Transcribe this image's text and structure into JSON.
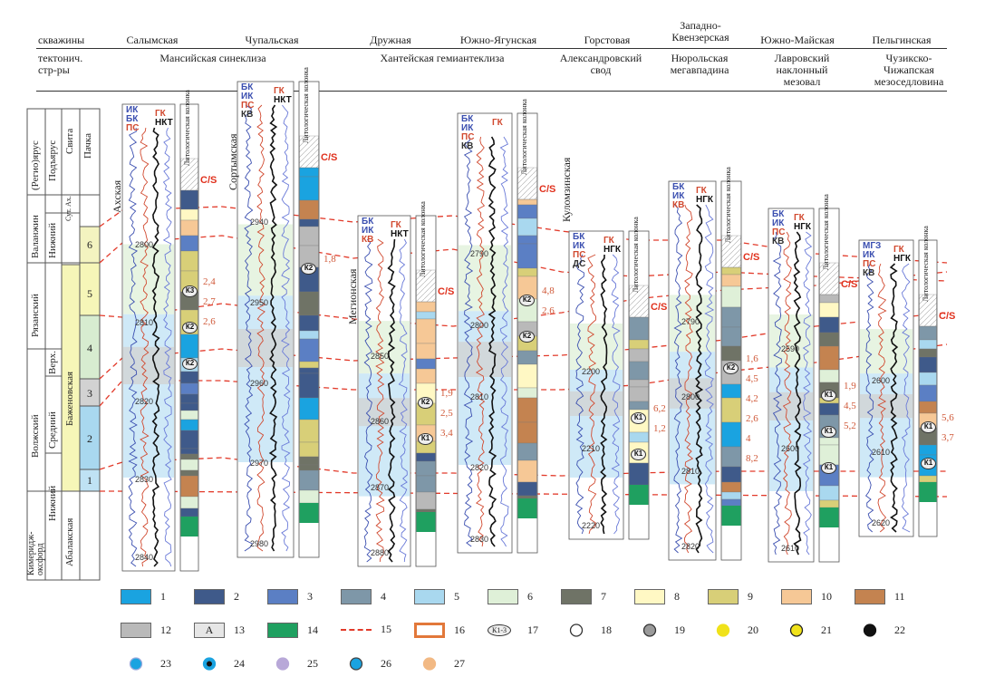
{
  "header": {
    "row1_label": "скважины",
    "row2_label": "тектонич.\nстр-ры",
    "wells": [
      "Салымская",
      "Чупальская",
      "Дружная",
      "Южно-Ягунская",
      "Горстовая",
      "Западно-\nКвензерская",
      "Южно-Майская",
      "Пельгинская"
    ],
    "structures": [
      "Мансийская синеклиза",
      "Хантейская гемиантеклиза",
      "Александровский\nсвод",
      "Нюрольская\nмегавпадина",
      "Лавровский\nнаклонный\nмезовал",
      "Чузикско-\nЧижапская\nмезоседловина"
    ]
  },
  "strat_column": {
    "headers": [
      "(Регио)ярус",
      "Подъярус",
      "Свита",
      "Пачка"
    ],
    "stages": [
      "Валанжин",
      "Рязанский",
      "Волжский",
      "Кимеридж-\nоксфорд"
    ],
    "substages": [
      "Нижний",
      "Верх.",
      "Средний",
      "Нижний"
    ],
    "suites": [
      "Баженовская",
      "Абалакская",
      "Сут. Ах."
    ],
    "members": [
      "6",
      "5",
      "4",
      "3",
      "2",
      "1"
    ]
  },
  "wells": [
    {
      "id": "salym",
      "curves_left": [
        "ИК",
        "БК",
        "ПС"
      ],
      "curves_right": [
        "ГК",
        "НКТ"
      ],
      "depths": [
        "2800",
        "2810",
        "2820",
        "2830",
        "2840"
      ],
      "litho_title": "Литологическая колонка",
      "suite_label": "Ахская",
      "annotations": [
        "2,4",
        "2,7",
        "2,6"
      ],
      "concretions": [
        "К3",
        "К2",
        "К2"
      ]
    },
    {
      "id": "chupal",
      "curves_left": [
        "БК",
        "ИК",
        "ПС",
        "КВ"
      ],
      "curves_right": [
        "ГК",
        "НКТ"
      ],
      "depths": [
        "2940",
        "2950",
        "2960",
        "2970",
        "2980"
      ],
      "litho_title": "Литологическая колонка",
      "suite_label": "Сортымская",
      "annotations": [
        "1,8"
      ],
      "concretions": [
        "К2"
      ]
    },
    {
      "id": "druzh",
      "curves_left": [
        "БК",
        "ИК",
        "КВ"
      ],
      "curves_right": [
        "ГК",
        "НКТ"
      ],
      "depths": [
        "2850",
        "2860",
        "2870",
        "2880"
      ],
      "litho_title": "Литологическая колонка",
      "suite_label": "Мегионская",
      "annotations": [
        "1,9",
        "2,5",
        "3,4"
      ],
      "concretions": [
        "К2",
        "К1"
      ]
    },
    {
      "id": "yagun",
      "curves_left": [
        "БК",
        "ИК",
        "ПС",
        "КВ"
      ],
      "curves_right": [
        "ГК"
      ],
      "depths": [
        "2790",
        "2800",
        "2810",
        "2820",
        "2830"
      ],
      "litho_title": "Литологическая колонка",
      "suite_label": "Куломзинская",
      "annotations": [
        "4,8",
        "2,6"
      ],
      "concretions": [
        "К2",
        "К2"
      ]
    },
    {
      "id": "gorst",
      "curves_left": [
        "БК",
        "ИК",
        "ПС",
        "ДС"
      ],
      "curves_right": [
        "ГК",
        "НГК"
      ],
      "depths": [
        "2200",
        "2210",
        "2220"
      ],
      "litho_title": "Литологическая колонка",
      "suite_label": "",
      "annotations": [
        "6,2",
        "1,2"
      ],
      "concretions": [
        "К1",
        "К1"
      ]
    },
    {
      "id": "kvenz",
      "curves_left": [
        "БК",
        "ИК",
        "КВ"
      ],
      "curves_right": [
        "ГК",
        "НГК"
      ],
      "depths": [
        "2790",
        "2800",
        "2810",
        "2820"
      ],
      "litho_title": "Литологическая колонка",
      "suite_label": "",
      "annotations": [
        "1,6",
        "4,5",
        "4,2",
        "2,6",
        "4",
        "8,2"
      ],
      "concretions": [
        "К2"
      ]
    },
    {
      "id": "maysk",
      "curves_left": [
        "БК",
        "ИК",
        "ПС",
        "КВ"
      ],
      "curves_right": [
        "ГК",
        "НГК"
      ],
      "depths": [
        "2590",
        "2600",
        "2610"
      ],
      "litho_title": "Литологическая колонка",
      "suite_label": "",
      "annotations": [
        "1,9",
        "4,5",
        "5,2"
      ],
      "concretions": [
        "К1",
        "К1",
        "К1"
      ]
    },
    {
      "id": "pelg",
      "curves_left": [
        "МГЗ",
        "ИК",
        "ПС",
        "КВ"
      ],
      "curves_right": [
        "ГК",
        "НГК"
      ],
      "depths": [
        "2600",
        "2610",
        "2620"
      ],
      "litho_title": "Литологическая колонка",
      "suite_label": "",
      "annotations": [
        "5,6",
        "3,7"
      ],
      "concretions": [
        "К1",
        "К1"
      ]
    }
  ],
  "boundary_label": "C/S",
  "legend": {
    "items": [
      "1",
      "2",
      "3",
      "4",
      "5",
      "6",
      "7",
      "8",
      "9",
      "10",
      "11",
      "12",
      "13",
      "14",
      "15",
      "16",
      "17",
      "18",
      "19",
      "20",
      "21",
      "22",
      "23",
      "24",
      "25",
      "26",
      "27"
    ],
    "sym13": "A",
    "sym17": "К1-3",
    "colors": [
      "#1aa3e0",
      "#3f5a8a",
      "#5b7fc4",
      "#7e97a8",
      "#a9d8ef",
      "#dff0d8",
      "#6f7366",
      "#fff8c4",
      "#d8cf78",
      "#f6c896",
      "#c48350",
      "#b9b9b9",
      "#e6e6e6",
      "#1fa060",
      "",
      "",
      "",
      "",
      "",
      "",
      "",
      "",
      "",
      "",
      "",
      "",
      ""
    ]
  }
}
